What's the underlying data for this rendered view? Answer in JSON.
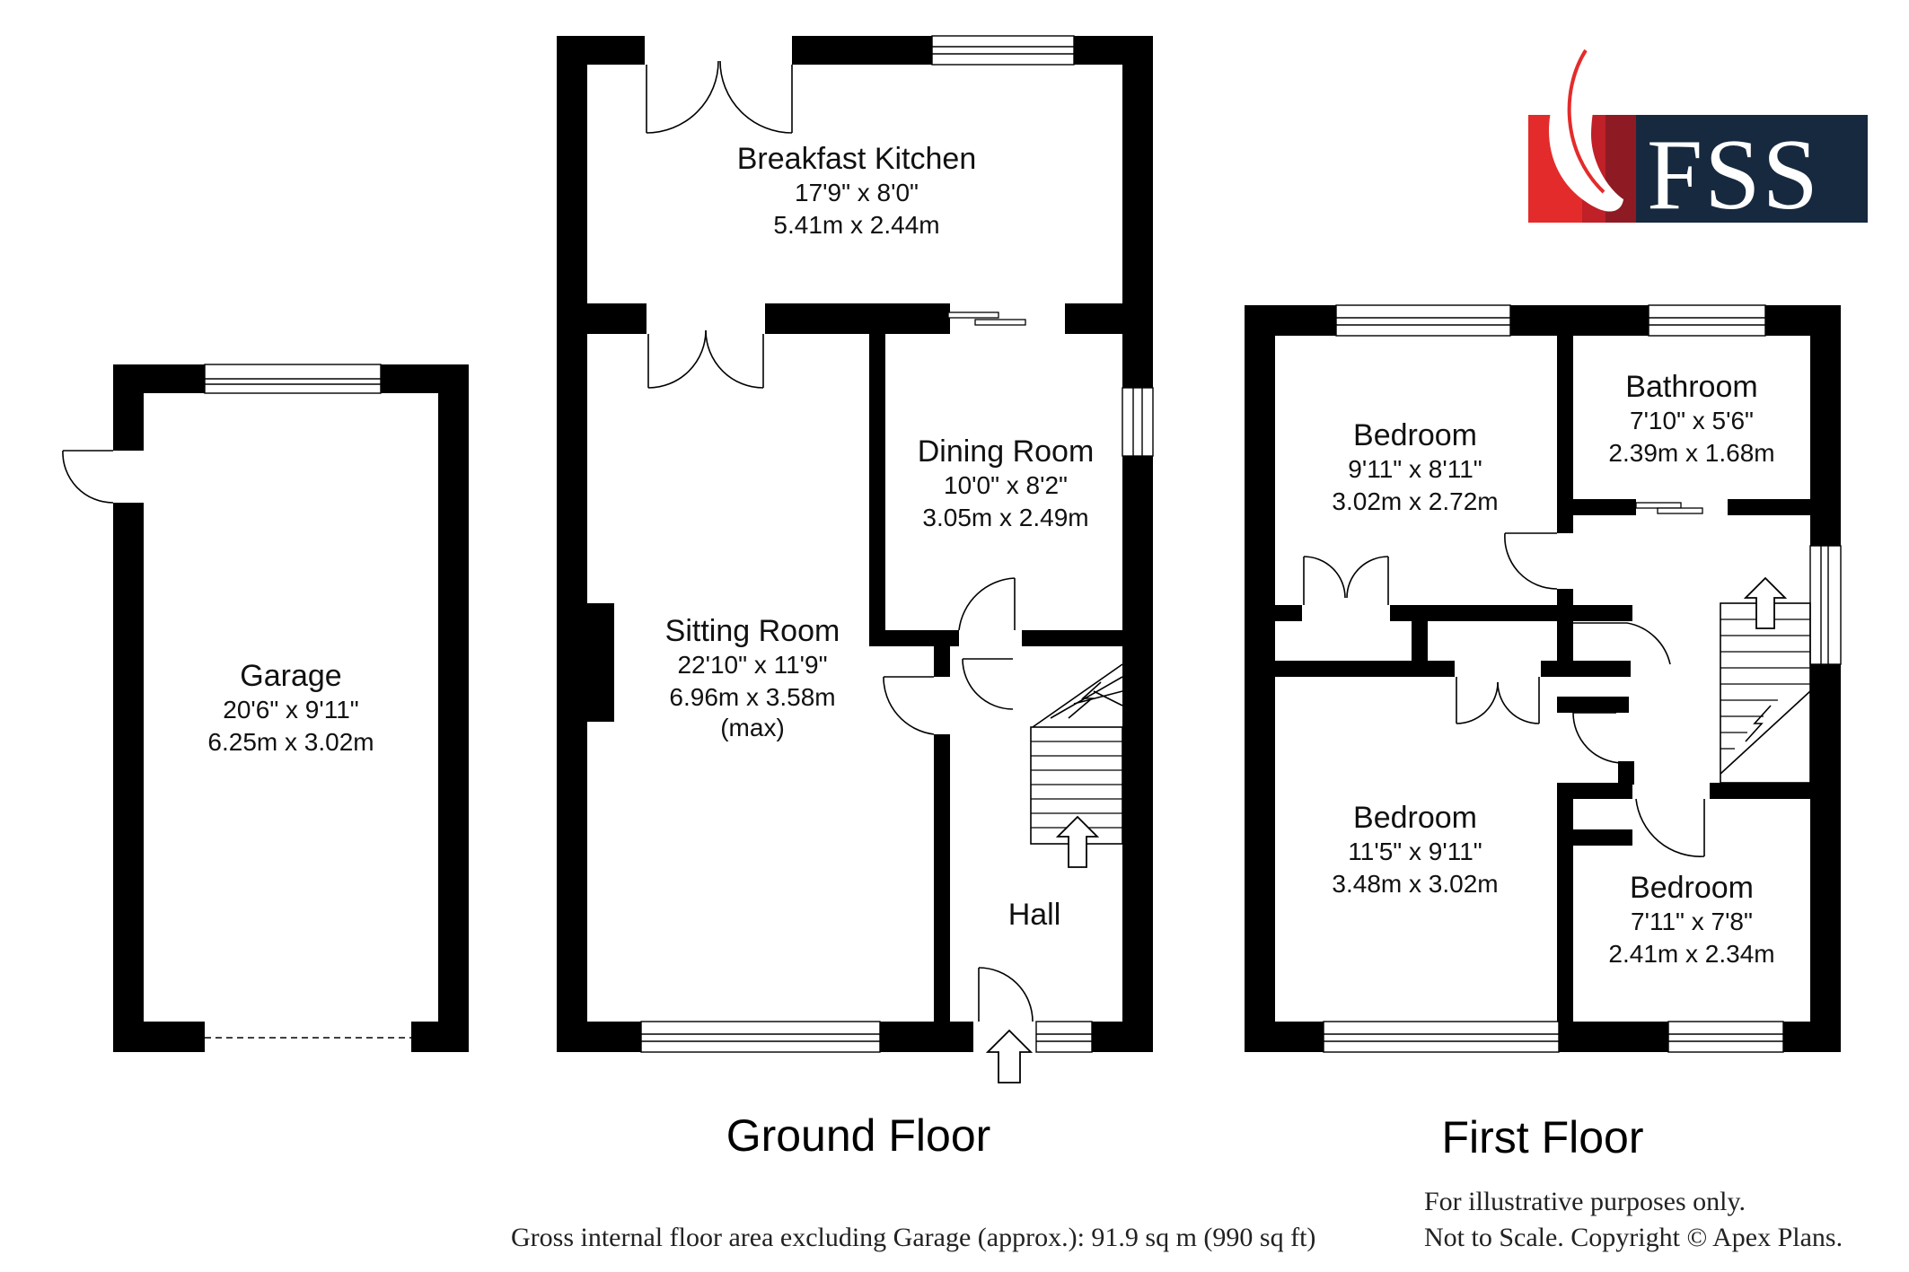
{
  "logo": {
    "text": "FSS",
    "colors": {
      "red": "#e42b2b",
      "dark_red": "#8e1b24",
      "navy": "#17293f"
    }
  },
  "floors": [
    {
      "title": "Ground Floor"
    },
    {
      "title": "First Floor"
    }
  ],
  "rooms": {
    "garage": {
      "name": "Garage",
      "imperial": "20'6\" x 9'11\"",
      "metric": "6.25m x 3.02m"
    },
    "breakfast_kitchen": {
      "name": "Breakfast Kitchen",
      "imperial": "17'9\" x 8'0\"",
      "metric": "5.41m x 2.44m"
    },
    "dining_room": {
      "name": "Dining Room",
      "imperial": "10'0\" x 8'2\"",
      "metric": "3.05m x 2.49m"
    },
    "sitting_room": {
      "name": "Sitting Room",
      "imperial": "22'10\" x 11'9\"",
      "metric": "6.96m x 3.58m",
      "note": "(max)"
    },
    "hall": {
      "name": "Hall"
    },
    "bedroom_1": {
      "name": "Bedroom",
      "imperial": "9'11\" x 8'11\"",
      "metric": "3.02m x 2.72m"
    },
    "bathroom": {
      "name": "Bathroom",
      "imperial": "7'10\" x 5'6\"",
      "metric": "2.39m x 1.68m"
    },
    "bedroom_2": {
      "name": "Bedroom",
      "imperial": "11'5\" x 9'11\"",
      "metric": "3.48m x 3.02m"
    },
    "bedroom_3": {
      "name": "Bedroom",
      "imperial": "7'11\" x 7'8\"",
      "metric": "2.41m x 2.34m"
    }
  },
  "footer": {
    "gross_area": "Gross internal floor area excluding Garage (approx.): 91.9 sq m (990 sq ft)",
    "disclaimer_line1": "For illustrative purposes only.",
    "disclaimer_line2": "Not to Scale. Copyright © Apex Plans."
  }
}
